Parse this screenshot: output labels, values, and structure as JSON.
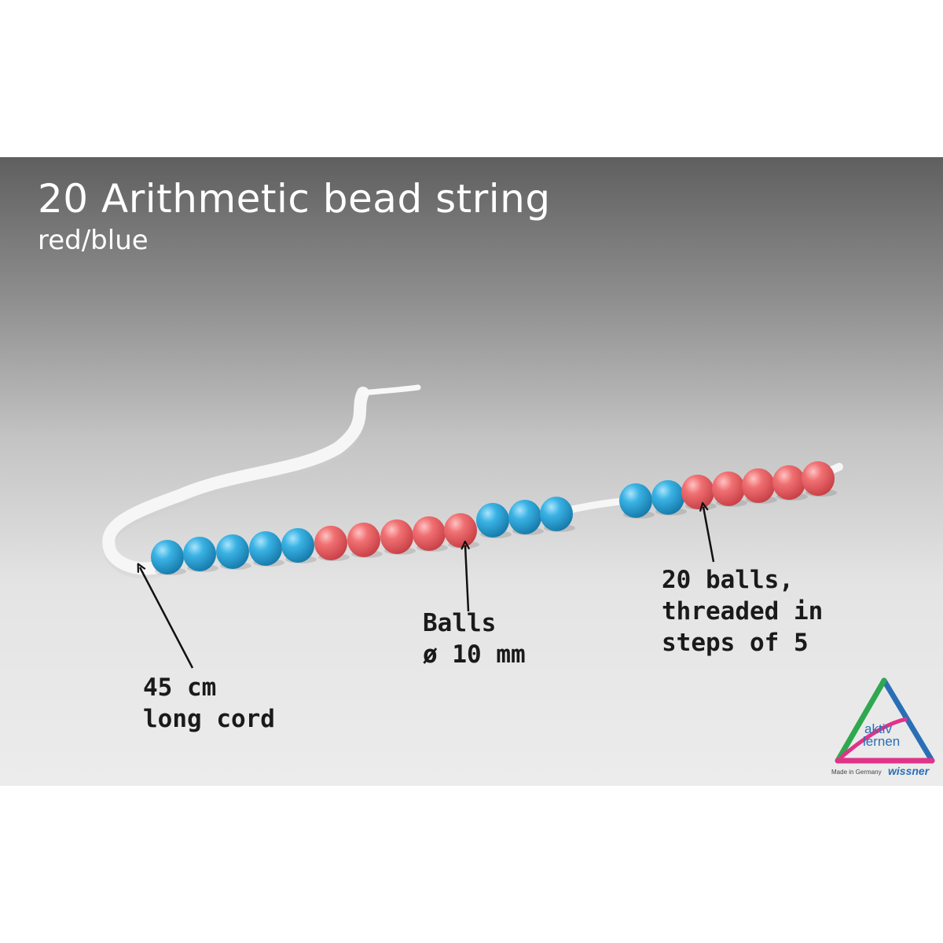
{
  "title": "20 Arithmetic bead string",
  "subtitle": "red/blue",
  "annotations": {
    "cord": [
      "45 cm",
      "long cord"
    ],
    "balls": [
      "Balls",
      "ø 10 mm"
    ],
    "steps": [
      "20 balls,",
      "threaded in",
      "steps of 5"
    ]
  },
  "logo": {
    "line1": "aktiv",
    "line2": "lernen",
    "made_in": "Made in Germany",
    "brand": "wissner"
  },
  "colors": {
    "blue_bead": "#2fa8de",
    "red_bead": "#ee6a6c",
    "cord": "#f4f4f4"
  }
}
